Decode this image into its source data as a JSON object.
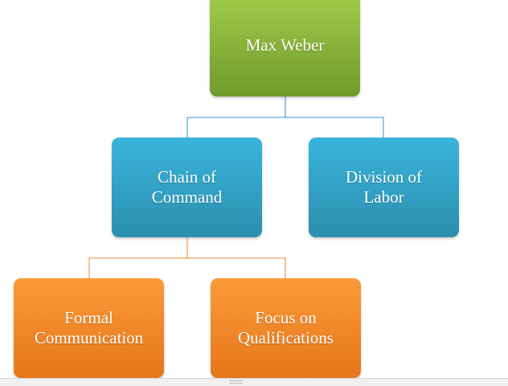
{
  "colors": {
    "level1": "#8cb43d",
    "level2": "#31a5ce",
    "level3": "#f58a2c",
    "connector_blue": "#5aa9cf",
    "connector_orange": "#f0a05a"
  },
  "diagram": {
    "root": {
      "label": "Max Weber"
    },
    "chain": {
      "label": "Chain of\nCommand"
    },
    "division": {
      "label": "Division of\nLabor"
    },
    "formal": {
      "label": "Formal\nCommunication"
    },
    "focus": {
      "label": "Focus on\nQualifications"
    }
  }
}
